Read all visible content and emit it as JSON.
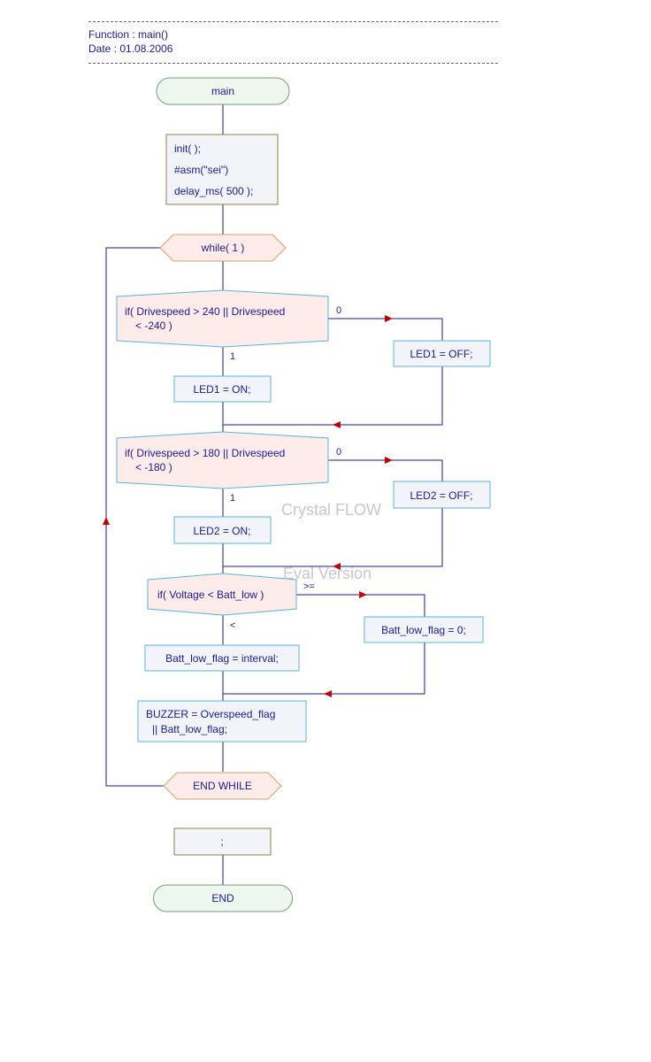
{
  "header": {
    "function_line": "Function : main()",
    "date_line": "Date : 01.08.2006"
  },
  "watermark": {
    "line1": "Crystal FLOW",
    "line2": "Eval Version"
  },
  "nodes": {
    "start": "main",
    "init_lines": [
      "init( );",
      "#asm(\"sei\")",
      "delay_ms( 500 );"
    ],
    "while": "while( 1 )",
    "if1_lines": [
      "if( Drivespeed > 240 || Drivespeed",
      "< -240 )"
    ],
    "if1_false": "0",
    "if1_true": "1",
    "led1_off": "LED1 = OFF;",
    "led1_on": "LED1 = ON;",
    "if2_lines": [
      "if( Drivespeed > 180 || Drivespeed",
      "< -180 )"
    ],
    "if2_false": "0",
    "if2_true": "1",
    "led2_off": "LED2 = OFF;",
    "led2_on": "LED2 = ON;",
    "if3": "if( Voltage < Batt_low )",
    "if3_false": ">=",
    "if3_true": "<",
    "batt_zero": "Batt_low_flag = 0;",
    "batt_interval": "Batt_low_flag = interval;",
    "buzzer_lines": [
      "BUZZER = Overspeed_flag",
      "|| Batt_low_flag;"
    ],
    "end_while": "END WHILE",
    "empty_stmt": ";",
    "end": "END"
  },
  "colors": {
    "line": "#1a1a8c",
    "arrow": "#c00000",
    "terminal_fill": "#eef7ee",
    "terminal_stroke": "#7a9a7a",
    "process_fill": "#f2f4fa",
    "process_stroke": "#5ab4d8",
    "init_stroke": "#8a8050",
    "decision_fill": "#fdecea",
    "decision_stroke": "#5ab4d8",
    "loop_fill": "#fdecea",
    "loop_stroke": "#d4a070"
  }
}
